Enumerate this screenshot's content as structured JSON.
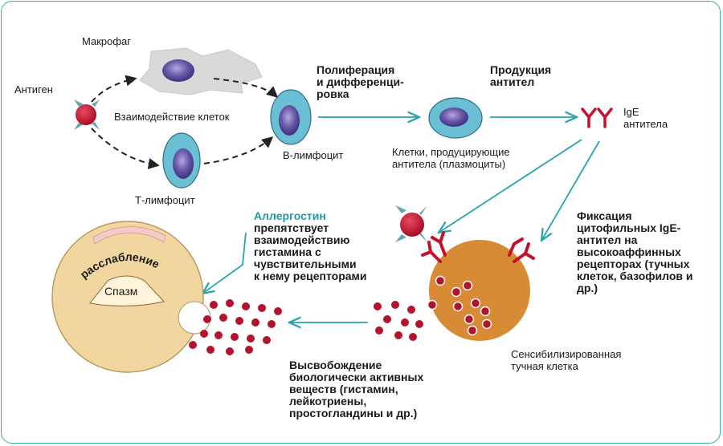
{
  "colors": {
    "frame": "#3aa7a9",
    "arrow_teal": "#2ba3ab",
    "arrow_dark": "#222222",
    "cell_blue": "#6bbfd5",
    "nucleus_purple": "#4f3e91",
    "antigen_red": "#c4122e",
    "mast_cell_orange": "#d98a34",
    "muscle_cell_beige": "#f1d6a0",
    "receptor_red": "#c4122e",
    "macrophage_grey": "#d9d9d9"
  },
  "labels": {
    "macrophage": "Макрофаг",
    "antigen": "Антиген",
    "cell_interaction": "Взаимодействие клеток",
    "b_lymphocyte": "В-лимфоцит",
    "t_lymphocyte": "Т-лимфоцит",
    "proliferation": [
      "Полиферация",
      "и дифференци-",
      "ровка"
    ],
    "plasma_cells": [
      "Клетки, продуцирующие",
      "антитела (плазмоциты)"
    ],
    "antibody_production": [
      "Продукция",
      "антител"
    ],
    "ige_antibodies": [
      "IgE",
      "антитела"
    ],
    "fixation": [
      "Фиксация",
      "цитофильных IgE-",
      "антител на",
      "высокоаффинных",
      "рецепторах (тучных",
      "клеток, базофилов и",
      "др.)"
    ],
    "sensitized_mast_cell": [
      "Сенсибилизированная",
      "тучная клетка"
    ],
    "release": [
      "Высвобождение",
      "биологически активных",
      "веществ (гистамин,",
      "лейкотриены,",
      "простогландины и др.)"
    ],
    "allergostin_name": "Аллергостин",
    "allergostin_text": [
      "препятствует",
      "взаимодействию",
      "гистамина с",
      "чувствительными",
      "к нему рецепторами"
    ],
    "relaxation": "расслабление",
    "spasm": "Спазм"
  }
}
